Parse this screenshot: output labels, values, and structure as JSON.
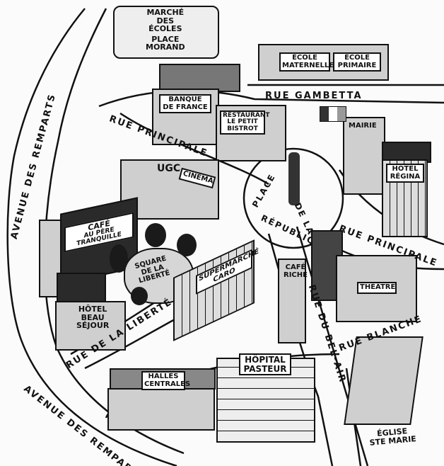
{
  "places": {
    "marche": [
      "MARCHÉ",
      "DES",
      "ÉCOLES"
    ],
    "place_morand": [
      "PLACE",
      "MORAND"
    ],
    "ecole_maternelle": [
      "ÉCOLE",
      "MATERNELLE"
    ],
    "ecole_primaire": [
      "ÉCOLE",
      "PRIMAIRE"
    ],
    "banque": [
      "BANQUE",
      "DE FRANCE"
    ],
    "restaurant": [
      "RESTAURANT",
      "LE PETIT",
      "BISTROT"
    ],
    "mairie": "MAIRIE",
    "hotel_regina": [
      "HÔTEL",
      "RÉGINA"
    ],
    "cinema": "CINÉMA",
    "cinema_brand": "UGC",
    "place_republique": [
      "PLACE",
      "DE LA",
      "RÉPUBLIQUE"
    ],
    "cafe_pere": [
      "CAFÉ",
      "AU PÈRE TRANQUILLE"
    ],
    "square": [
      "SQUARE",
      "DE LA",
      "LIBERTÉ"
    ],
    "hotel_beau": [
      "HÔTEL",
      "BEAU",
      "SÉJOUR"
    ],
    "supermarche": [
      "SUPERMARCHÉ",
      "CARO"
    ],
    "cafe_riche": [
      "CAFÉ",
      "RICHE"
    ],
    "theatre": "THÉÂTRE",
    "halles": [
      "HALLES",
      "CENTRALES"
    ],
    "hopital": [
      "HÔPITAL",
      "PASTEUR"
    ],
    "eglise": [
      "ÉGLISE",
      "STE MARIE"
    ]
  },
  "streets": {
    "avenue_remparts_top": "AVENUE DES REMPARTS",
    "avenue_remparts_bottom": "AVENUE DES REMPARTS",
    "rue_gambetta": "RUE GAMBETTA",
    "rue_principale_left": "RUE PRINCIPALE",
    "rue_principale_right": "RUE PRINCIPALE",
    "rue_liberte": "RUE DE LA LIBERTÉ",
    "rue_bel_air": "RUE DU BEL-AIR",
    "rue_blanche": "RUE BLANCHE"
  }
}
